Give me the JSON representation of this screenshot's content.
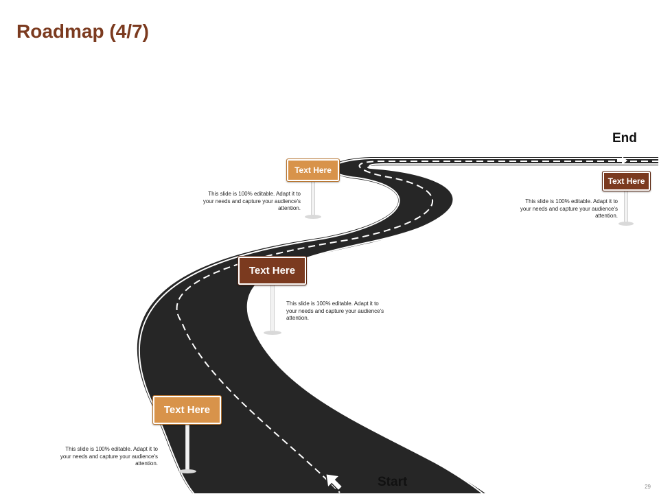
{
  "title": "Roadmap (4/7)",
  "end_label": "End",
  "start_label": "Start",
  "milestones": [
    {
      "sign": "Text Here",
      "description": "This slide is 100% editable. Adapt it to your needs and capture your audience's attention."
    },
    {
      "sign": "Text Here",
      "description": "This slide is 100% editable. Adapt it to your needs and capture your audience's attention."
    },
    {
      "sign": "Text Here",
      "description": "This slide is 100% editable. Adapt it to your needs and capture your audience's attention."
    },
    {
      "sign": "Text Here",
      "description": "This slide is 100% editable. Adapt it to your needs and capture your audience's attention."
    }
  ],
  "page_number": "29",
  "colors": {
    "brand_brown": "#7b3a1f",
    "sign_orange": "#d8934a",
    "road": "#262626"
  }
}
